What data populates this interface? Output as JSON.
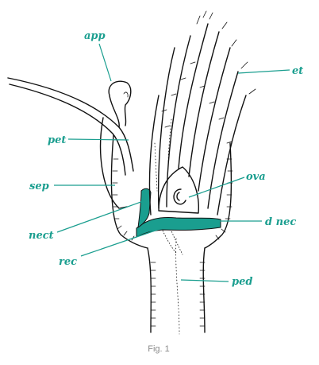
{
  "labels": {
    "app": "app",
    "et": "et",
    "pet": "pet",
    "sep": "sep",
    "ova": "ova",
    "nect": "nect",
    "d_nec": "d nec",
    "rec": "rec",
    "ped": "ped"
  },
  "caption": "Fig. 1",
  "colors": {
    "accent": "#1a9e8f",
    "ink": "#111111",
    "caption": "#8a8a8a"
  }
}
